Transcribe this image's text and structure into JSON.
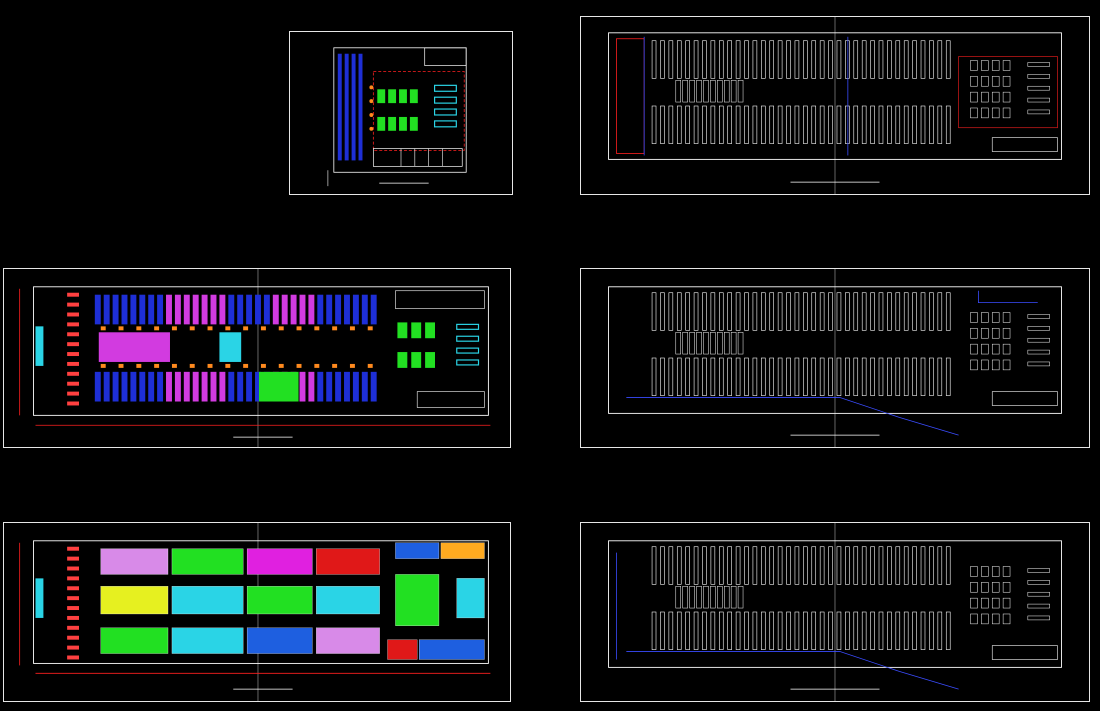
{
  "colors": {
    "background": "#000000",
    "sheet_border": "#e6e6e6",
    "wall": "#ffffff",
    "dimension": "#ff2020",
    "shelf_blue": "#1e2fd6",
    "shelf_magenta": "#d23be0",
    "produce_green": "#22e022",
    "cold_cyan": "#2ad4e6",
    "fixture_orange": "#ff8a1e",
    "wiring_blue": "#3a4cff"
  },
  "sheets": [
    {
      "id": "sheet-1",
      "title": "",
      "kind": "small-plan"
    },
    {
      "id": "sheet-2",
      "title": "",
      "kind": "fixture-plan"
    },
    {
      "id": "sheet-3",
      "title": "",
      "kind": "color-shelving-plan"
    },
    {
      "id": "sheet-4",
      "title": "",
      "kind": "lighting-plan"
    },
    {
      "id": "sheet-5",
      "title": "",
      "kind": "zoning-plan"
    },
    {
      "id": "sheet-6",
      "title": "",
      "kind": "power-plan"
    }
  ],
  "zoning_blocks": [
    {
      "color": "#1e5fe0"
    },
    {
      "color": "#ffaa20"
    },
    {
      "color": "#d88ae8"
    },
    {
      "color": "#22e022"
    },
    {
      "color": "#e020e0"
    },
    {
      "color": "#e01818"
    },
    {
      "color": "#e6f020"
    },
    {
      "color": "#2ad4e6"
    },
    {
      "color": "#22e022"
    },
    {
      "color": "#2ad4e6"
    },
    {
      "color": "#1e5fe0"
    },
    {
      "color": "#d88ae8"
    },
    {
      "color": "#22e022"
    },
    {
      "color": "#2ad4e6"
    },
    {
      "color": "#1e5fe0"
    },
    {
      "color": "#ffaa20"
    },
    {
      "color": "#e01818"
    }
  ]
}
